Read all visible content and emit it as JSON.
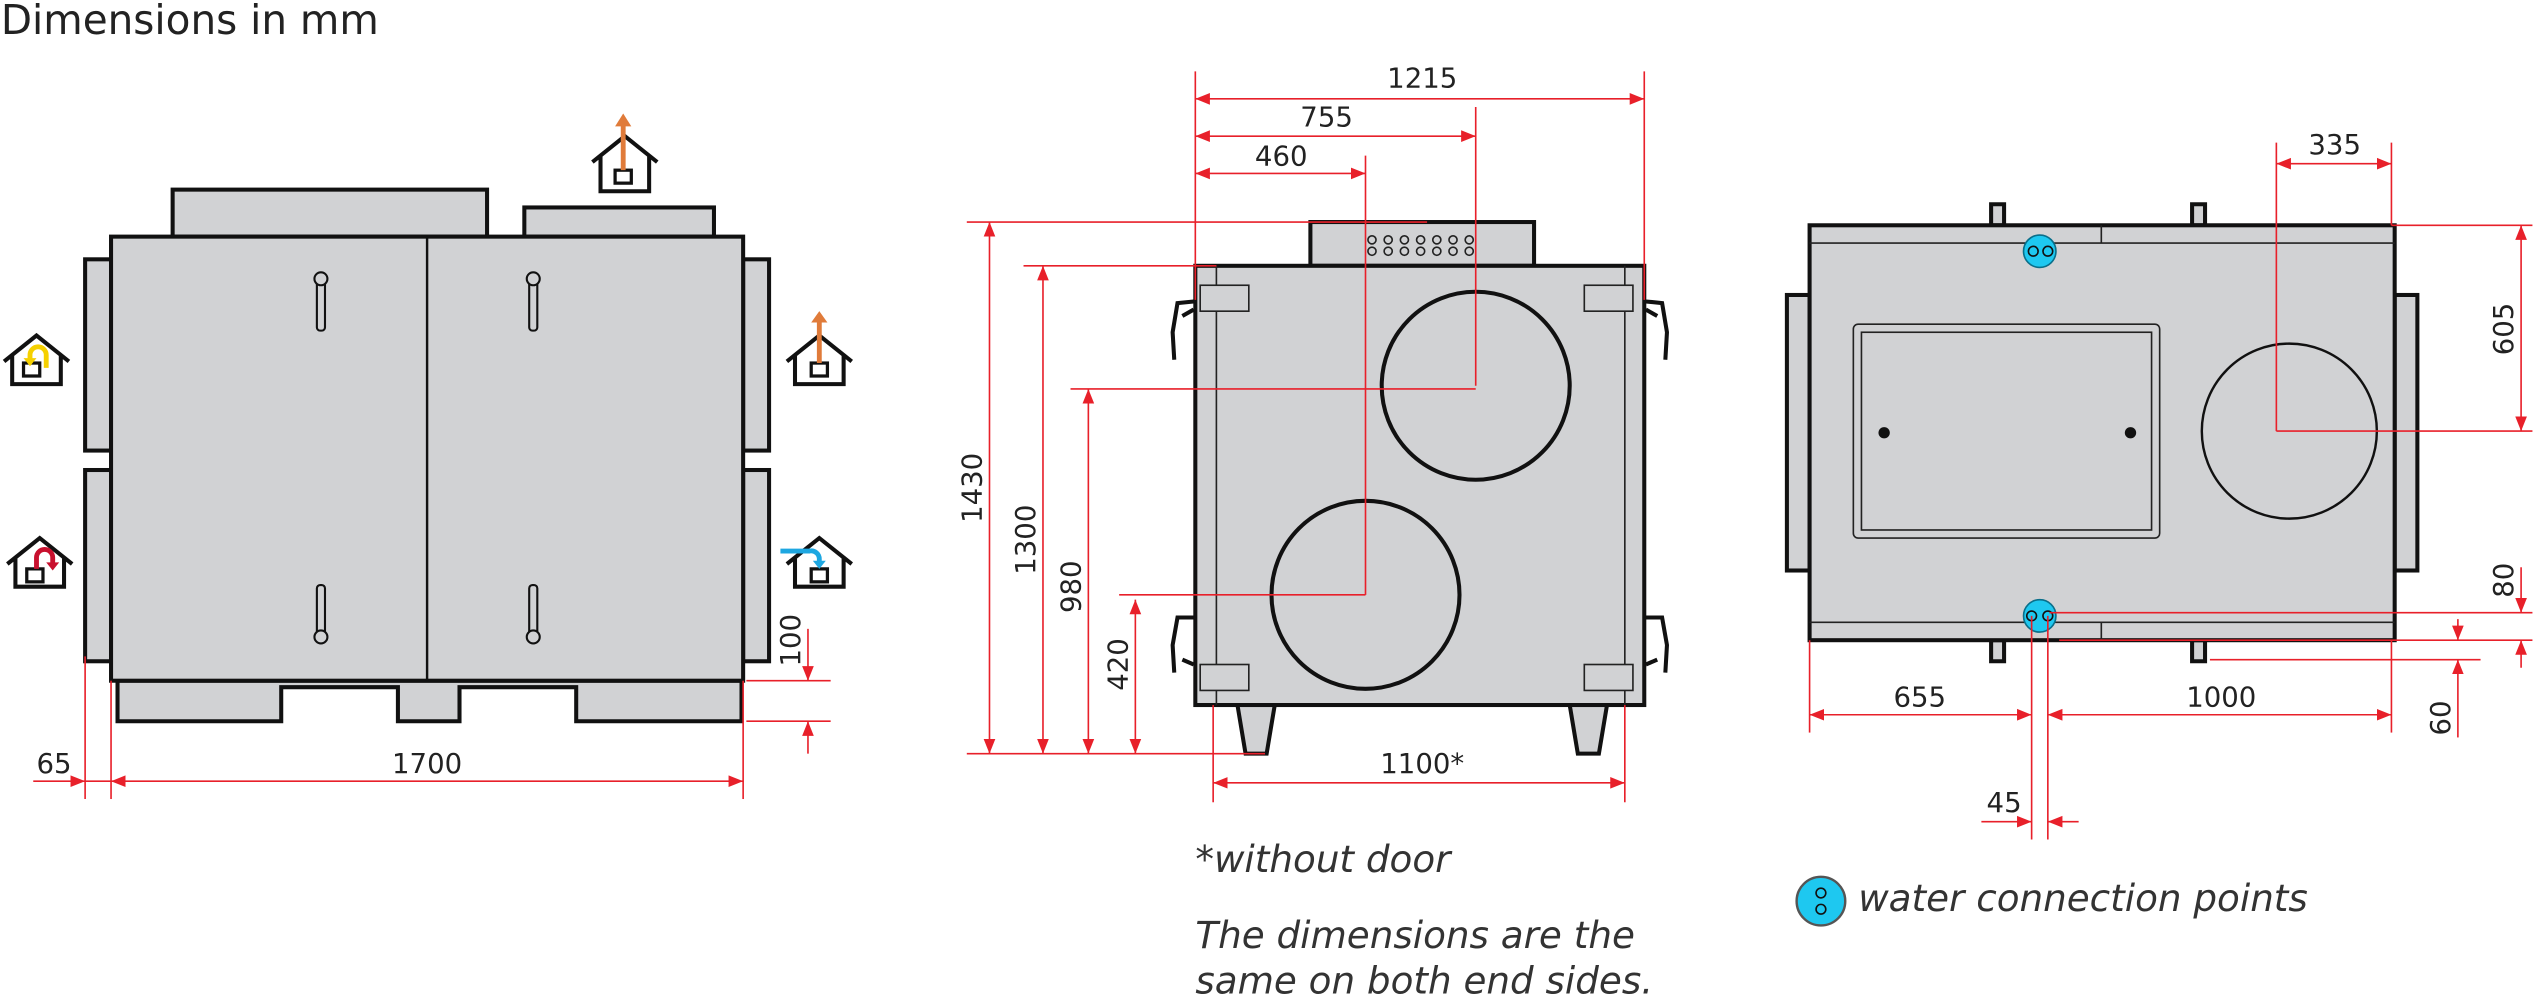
{
  "title": "Dimensions in mm",
  "colors": {
    "dimension": "#e8202a",
    "unit_fill": "#d1d2d4",
    "water": "#1ec8f0",
    "supply_arrow": "#e07b3a",
    "extract_arrow": "#f5d000",
    "return_arrow": "#c8102e",
    "outdoor_arrow": "#1ea7e1"
  },
  "side_view": {
    "dimensions": {
      "offset_left": "65",
      "length": "1700",
      "base_height": "100"
    },
    "icons": [
      "house-exhaust-top-icon",
      "house-extract-icon",
      "house-supply-icon",
      "house-exhaust-icon",
      "house-outdoor-icon"
    ]
  },
  "end_view": {
    "dimensions": {
      "width_total": "1215",
      "duct_upper_x": "755",
      "duct_lower_x": "460",
      "height_total": "1430",
      "height_body": "1300",
      "duct_upper_y": "980",
      "duct_lower_y": "420",
      "width_without_door": "1100*"
    },
    "notes": {
      "without_door": "*without door",
      "end_sides_line1": "The dimensions are the",
      "end_sides_line2": "same on both end sides."
    }
  },
  "top_view": {
    "dimensions": {
      "duct_x": "335",
      "duct_y": "605",
      "water_offset_80": "80",
      "water_offset_60": "60",
      "water_x": "655",
      "water_to_end": "1000",
      "water_spacing": "45"
    },
    "legend": "water connection points"
  }
}
